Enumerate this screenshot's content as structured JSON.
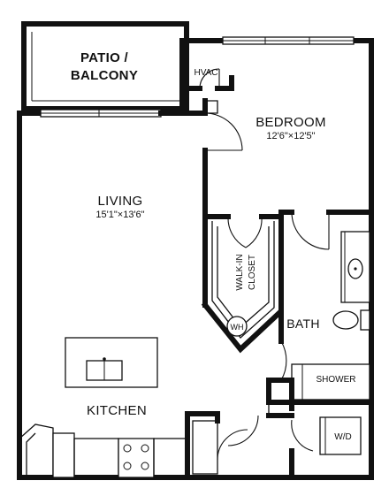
{
  "rooms": {
    "patio": {
      "line1": "PATIO /",
      "line2": "BALCONY"
    },
    "hvac": "HVAC",
    "bedroom": {
      "name": "BEDROOM",
      "dims": "12'6\"×12'5\""
    },
    "living": {
      "name": "LIVING",
      "dims": "15'1\"×13'6\""
    },
    "closet": {
      "line1": "WALK-IN",
      "line2": "CLOSET"
    },
    "water_heater": "WH",
    "bath": "BATH",
    "shower": "SHOWER",
    "kitchen": "KITCHEN",
    "laundry": "W/D"
  }
}
